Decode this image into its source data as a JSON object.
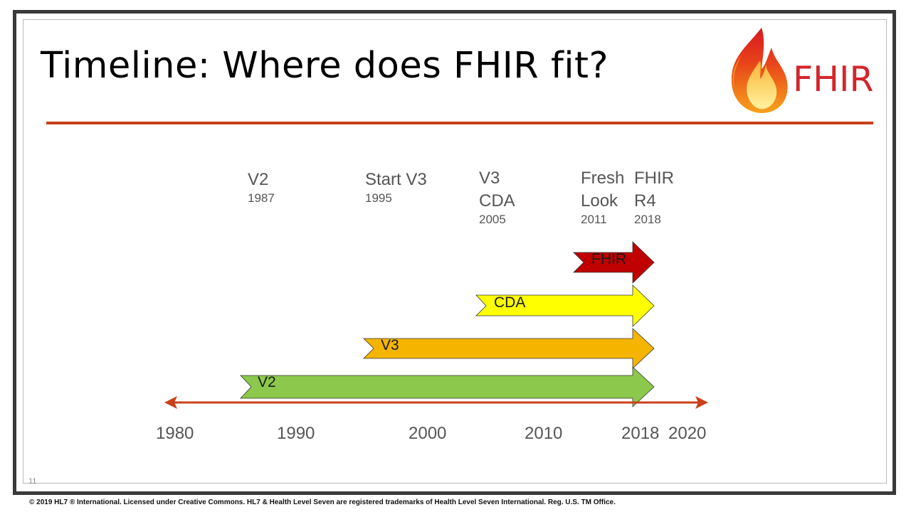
{
  "slide": {
    "title": "Timeline: Where does FHIR fit?",
    "page_number": "11",
    "logo_text": "FHIR"
  },
  "milestones": [
    {
      "label": "V2",
      "year": "1987"
    },
    {
      "label": "Start V3",
      "year": "1995"
    },
    {
      "label": "V3 CDA",
      "label_lines": [
        "V3",
        "CDA"
      ],
      "year": "2005"
    },
    {
      "label": "Fresh Look",
      "label_lines": [
        "Fresh",
        "Look"
      ],
      "year": "2011"
    },
    {
      "label": "FHIR R4",
      "label_lines": [
        "FHIR",
        "R4"
      ],
      "year": "2018"
    }
  ],
  "axis_ticks": [
    "1980",
    "1990",
    "2000",
    "2010",
    "2018",
    "2020"
  ],
  "arrows": [
    {
      "label": "FHIR",
      "start_year": 2011,
      "end_year": 2018,
      "color": "#c00000"
    },
    {
      "label": "CDA",
      "start_year": 2005,
      "end_year": 2018,
      "color": "#ffff00"
    },
    {
      "label": "V3",
      "start_year": 1995,
      "end_year": 2018,
      "color": "#f4b400"
    },
    {
      "label": "V2",
      "start_year": 1987,
      "end_year": 2018,
      "color": "#8cc84b"
    }
  ],
  "colors": {
    "accent_rule": "#c9411b",
    "axis": "#c9411b"
  },
  "footer": "© 2019 HL7 ® International. Licensed under Creative Commons. HL7 & Health Level Seven are registered trademarks of Health Level Seven International. Reg. U.S. TM Office."
}
